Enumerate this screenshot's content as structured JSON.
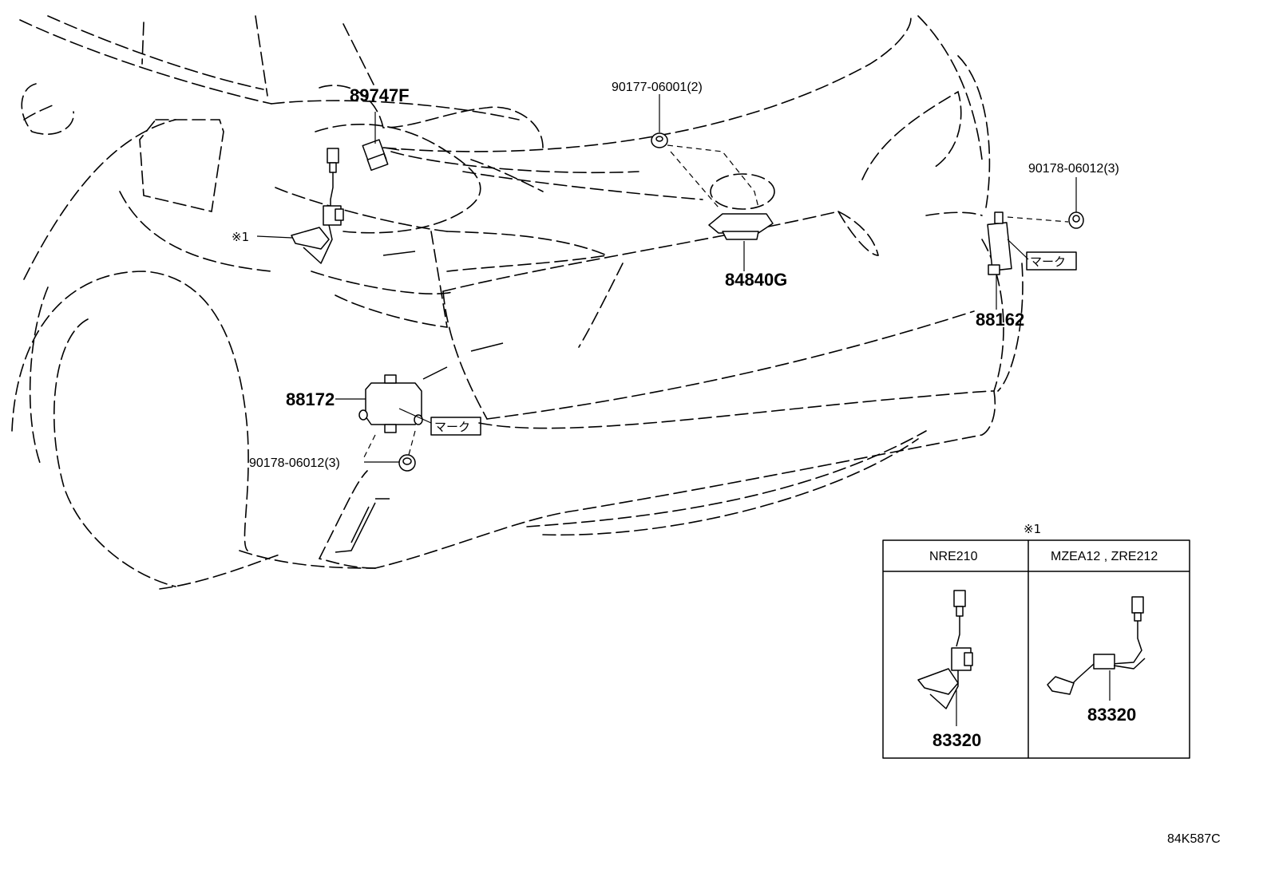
{
  "parts": {
    "p89747F": "89747F",
    "p90177": "90177-06001(2)",
    "p90178_right": "90178-06012(3)",
    "p84840G": "84840G",
    "p88162": "88162",
    "p88172": "88172",
    "p90178_left": "90178-06012(3)",
    "ref_note": "※1",
    "mark_right": "マーク",
    "mark_left": "マーク"
  },
  "inset": {
    "ref": "※1",
    "columns": [
      {
        "label": "NRE210",
        "part": "83320"
      },
      {
        "label": "MZEA12 , ZRE212",
        "part": "83320"
      }
    ]
  },
  "diagram_code": "84K587C"
}
